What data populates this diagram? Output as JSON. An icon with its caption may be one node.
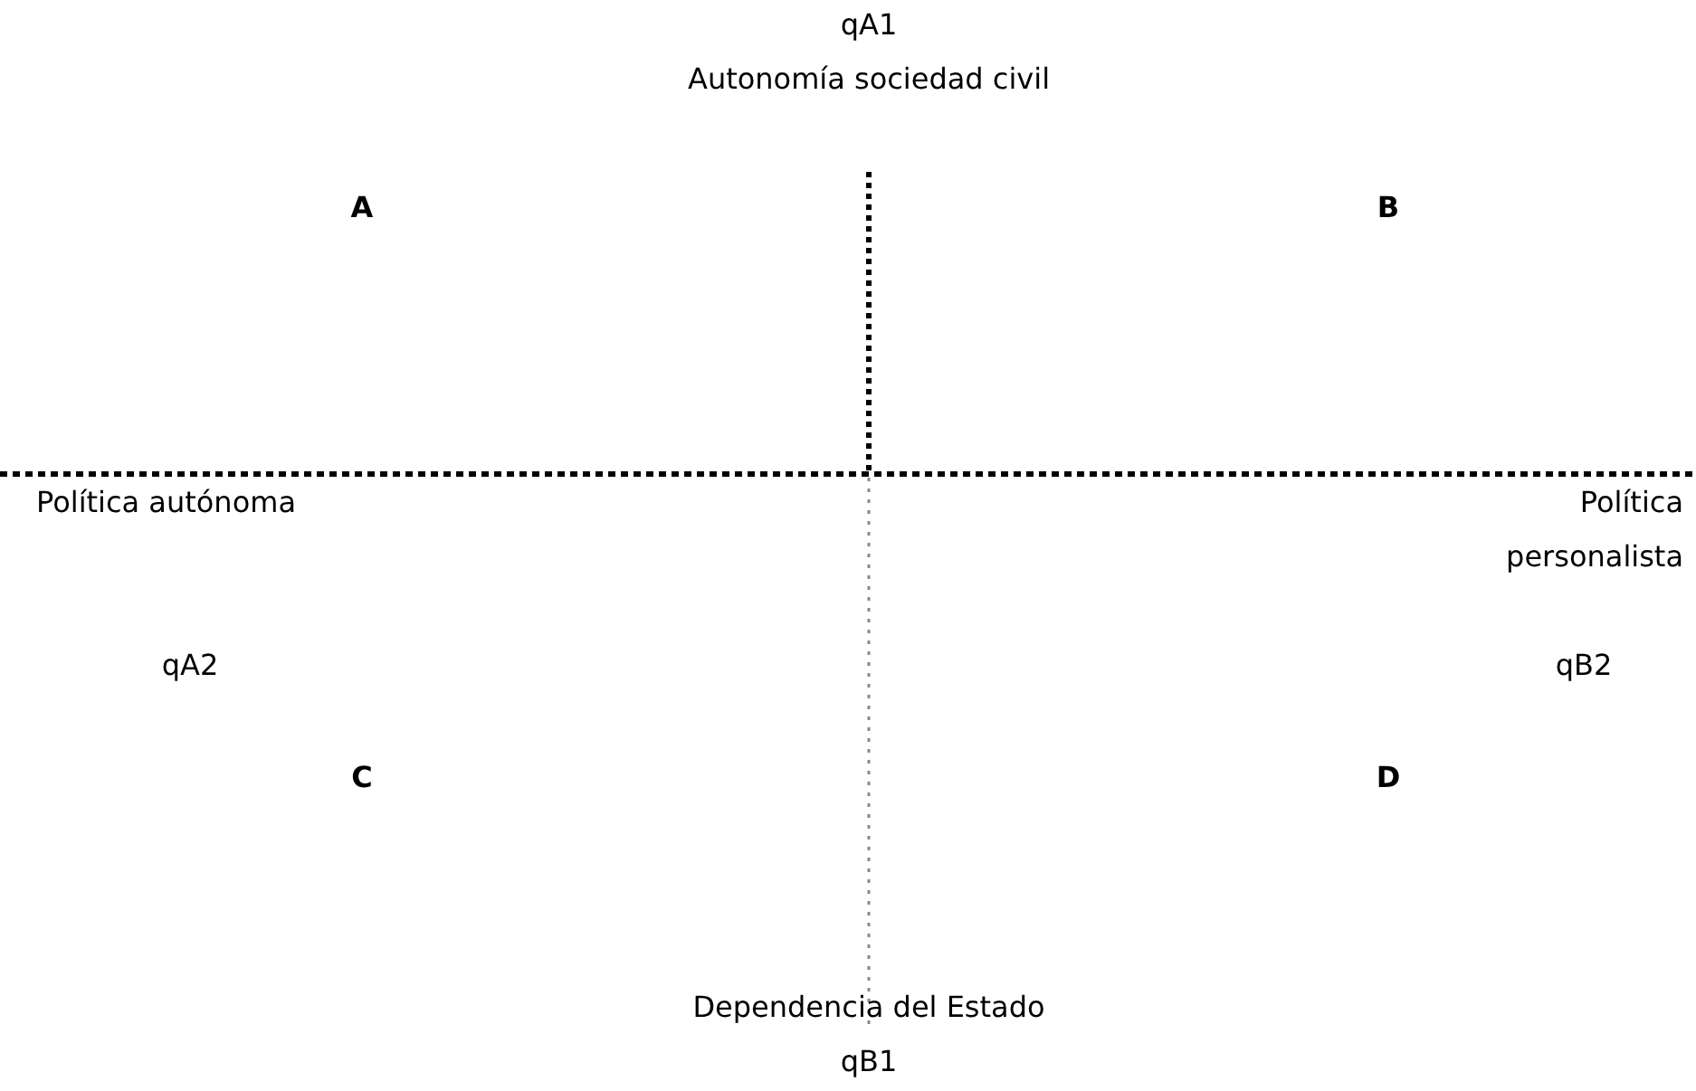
{
  "diagram": {
    "labels": [
      "qA1",
      "Autonomía sociedad civil",
      "A",
      "B",
      "Política autónoma",
      "Política personalista",
      "qA2",
      "qB2",
      "C",
      "D",
      "Dependencia del Estado",
      "qB1"
    ]
  }
}
